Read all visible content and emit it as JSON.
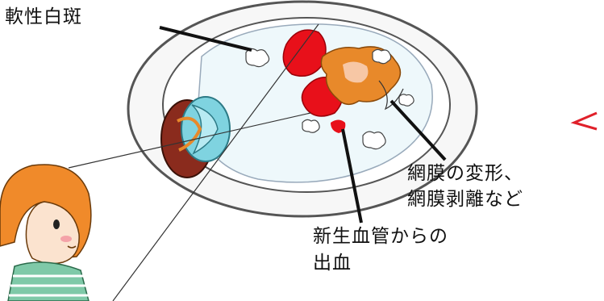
{
  "labels": {
    "soft_exudate": "軟性白斑",
    "retinal_change_line1": "網膜の変形、",
    "retinal_change_line2": "網膜剥離など",
    "hemorrhage_line1": "新生血管からの",
    "hemorrhage_line2": "出血"
  },
  "colors": {
    "eyeball_outline": "#555555",
    "iris_blue": "#7fd3e0",
    "choroid_brown": "#8a2b1d",
    "hemorrhage_red": "#e8101a",
    "detachment_orange": "#e8892a",
    "arrow_red": "#e0202a",
    "hair_orange": "#f08a2a",
    "shirt_green": "#7fc9a8"
  }
}
